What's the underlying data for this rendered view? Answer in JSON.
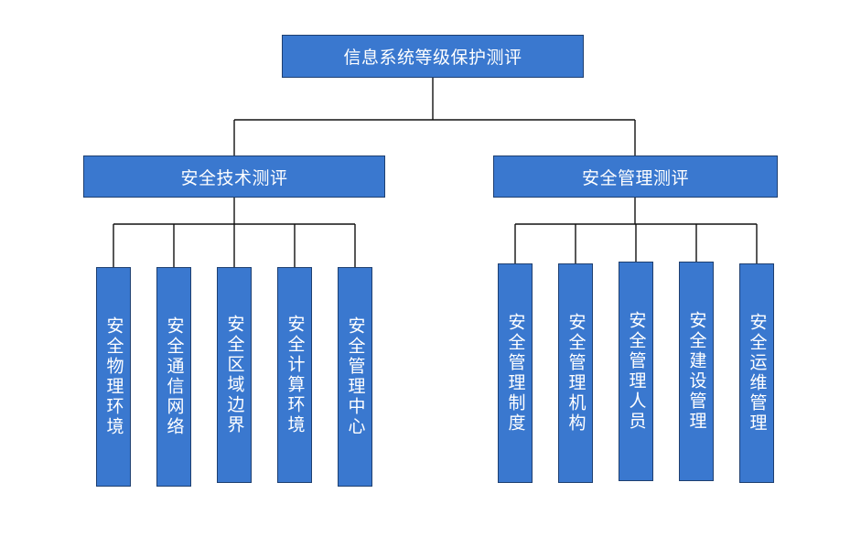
{
  "root": {
    "label": "信息系统等级保护测评"
  },
  "branches": [
    {
      "label": "安全技术测评",
      "children": [
        "安全物理环境",
        "安全通信网络",
        "安全区域边界",
        "安全计算环境",
        "安全管理中心"
      ]
    },
    {
      "label": "安全管理测评",
      "children": [
        "安全管理制度",
        "安全管理机构",
        "安全管理人员",
        "安全建设管理",
        "安全运维管理"
      ]
    }
  ],
  "colors": {
    "node_fill": "#3a78cf",
    "node_border": "#1e3f70",
    "node_text": "#ffffff",
    "connector": "#111111"
  }
}
